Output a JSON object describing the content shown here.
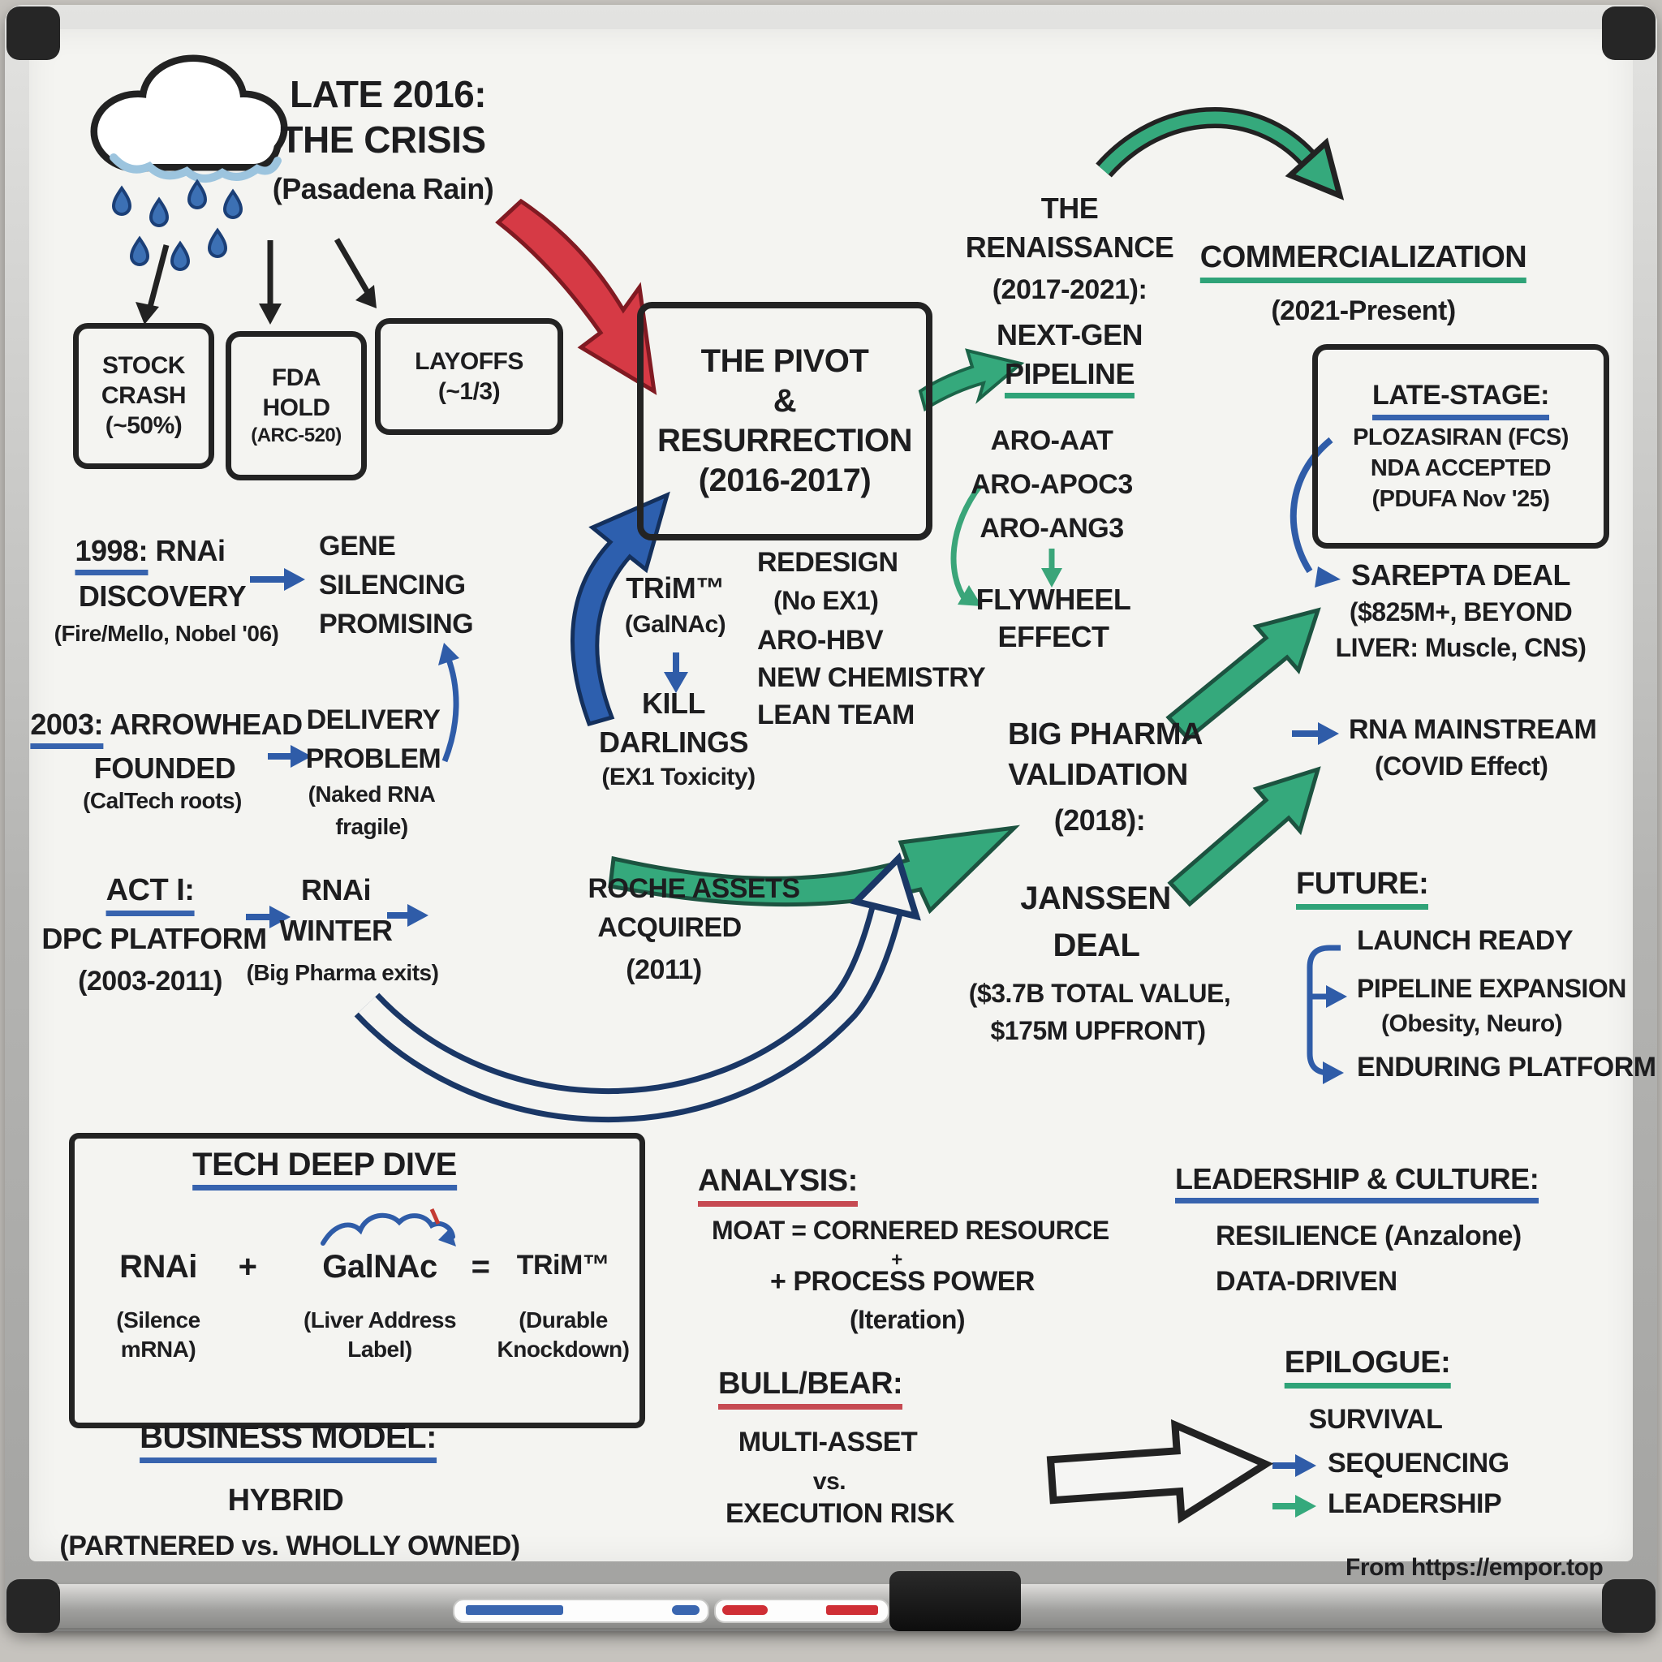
{
  "source_note": "From https://empor.top",
  "crisis": {
    "heading": [
      "LATE 2016:",
      "THE CRISIS",
      "(Pasadena Rain)"
    ],
    "stock": [
      "STOCK",
      "CRASH",
      "(~50%)"
    ],
    "fda": [
      "FDA",
      "HOLD",
      "(ARC-520)"
    ],
    "layoffs": [
      "LAYOFFS",
      "(~1/3)"
    ]
  },
  "pivot": {
    "lines": [
      "THE PIVOT",
      "&",
      "RESURRECTION",
      "(2016-2017)"
    ]
  },
  "renaissance": {
    "lines": [
      "THE",
      "RENAISSANCE",
      "(2017-2021):",
      "NEXT-GEN"
    ],
    "pipeline": "PIPELINE"
  },
  "commercialization": {
    "title": "COMMERCIALIZATION",
    "subtitle": "(2021-Present)"
  },
  "late_stage": {
    "title": "LATE-STAGE:",
    "lines": [
      "PLOZASIRAN (FCS)",
      "NDA ACCEPTED",
      "(PDUFA Nov '25)"
    ]
  },
  "sarepta": {
    "lines": [
      "SAREPTA DEAL",
      "($825M+, BEYOND",
      "LIVER: Muscle, CNS)"
    ]
  },
  "assets": {
    "items": [
      "ARO-AAT",
      "ARO-APOC3",
      "ARO-ANG3"
    ],
    "flywheel": [
      "FLYWHEEL",
      "EFFECT"
    ]
  },
  "trim": {
    "title": "TRiM™",
    "subtitle": "(GalNAc)",
    "kill": [
      "KILL",
      "DARLINGS"
    ],
    "kill_sub": "(EX1 Toxicity)"
  },
  "redesign": {
    "lines": [
      "REDESIGN",
      "(No EX1)",
      "ARO-HBV",
      "NEW CHEMISTRY",
      "LEAN TEAM"
    ]
  },
  "h1998": {
    "year": "1998:",
    "rest": " RNAi",
    "line2": "DISCOVERY",
    "line3": "(Fire/Mello, Nobel '06)",
    "result": [
      "GENE",
      "SILENCING",
      "PROMISING"
    ]
  },
  "h2003": {
    "year": "2003:",
    "rest": " ARROWHEAD",
    "line2": "FOUNDED",
    "line3": "(CalTech roots)",
    "result": [
      "DELIVERY",
      "PROBLEM",
      "(Naked RNA",
      "fragile)"
    ]
  },
  "act1": {
    "title": "ACT I:",
    "line2": "DPC PLATFORM",
    "line3": "(2003-2011)",
    "winter": [
      "RNAi",
      "WINTER",
      "(Big Pharma exits)"
    ],
    "roche": [
      "ROCHE ASSETS",
      "ACQUIRED",
      "(2011)"
    ]
  },
  "big_pharma": {
    "lines": [
      "BIG PHARMA",
      "VALIDATION",
      "(2018):"
    ]
  },
  "janssen": {
    "lines": [
      "JANSSEN",
      "DEAL"
    ],
    "sub": [
      "($3.7B TOTAL VALUE,",
      "$175M UPFRONT)"
    ]
  },
  "rna": {
    "lines": [
      "RNA MAINSTREAM",
      "(COVID Effect)"
    ]
  },
  "future": {
    "title": "FUTURE:",
    "items": [
      "LAUNCH READY",
      "PIPELINE EXPANSION",
      "(Obesity, Neuro)",
      "ENDURING PLATFORM"
    ]
  },
  "tech": {
    "title": "TECH DEEP DIVE",
    "eq": [
      "RNAi",
      "+",
      "GalNAc",
      "=",
      "TRiM™"
    ],
    "labels": [
      "(Silence",
      "mRNA)",
      "(Liver Address",
      "Label)",
      "(Durable",
      "Knockdown)"
    ]
  },
  "analysis": {
    "title": "ANALYSIS:",
    "lines": [
      "MOAT = CORNERED RESOURCE",
      "+",
      "+ PROCESS POWER",
      "(Iteration)"
    ]
  },
  "leadership": {
    "title": "LEADERSHIP & CULTURE:",
    "lines": [
      "RESILIENCE (Anzalone)",
      "DATA-DRIVEN"
    ]
  },
  "business": {
    "title": "BUSINESS MODEL:",
    "lines": [
      "HYBRID",
      "(PARTNERED vs. WHOLLY OWNED)"
    ]
  },
  "bullbear": {
    "title": "BULL/BEAR:",
    "lines": [
      "MULTI-ASSET",
      "vs.",
      "EXECUTION RISK"
    ]
  },
  "epilogue": {
    "title": "EPILOGUE:",
    "line": "SURVIVAL",
    "items": [
      "SEQUENCING",
      "LEADERSHIP"
    ]
  },
  "icons": {
    "cloud": "rain-cloud",
    "raindrop": "raindrop"
  },
  "colors": {
    "marker_black": "#1d1d1f",
    "marker_blue": "#2f5ca8",
    "marker_green": "#2fa378",
    "marker_red": "#d63a45",
    "underline_red": "#c64a52",
    "board": "#f4f4f1"
  }
}
